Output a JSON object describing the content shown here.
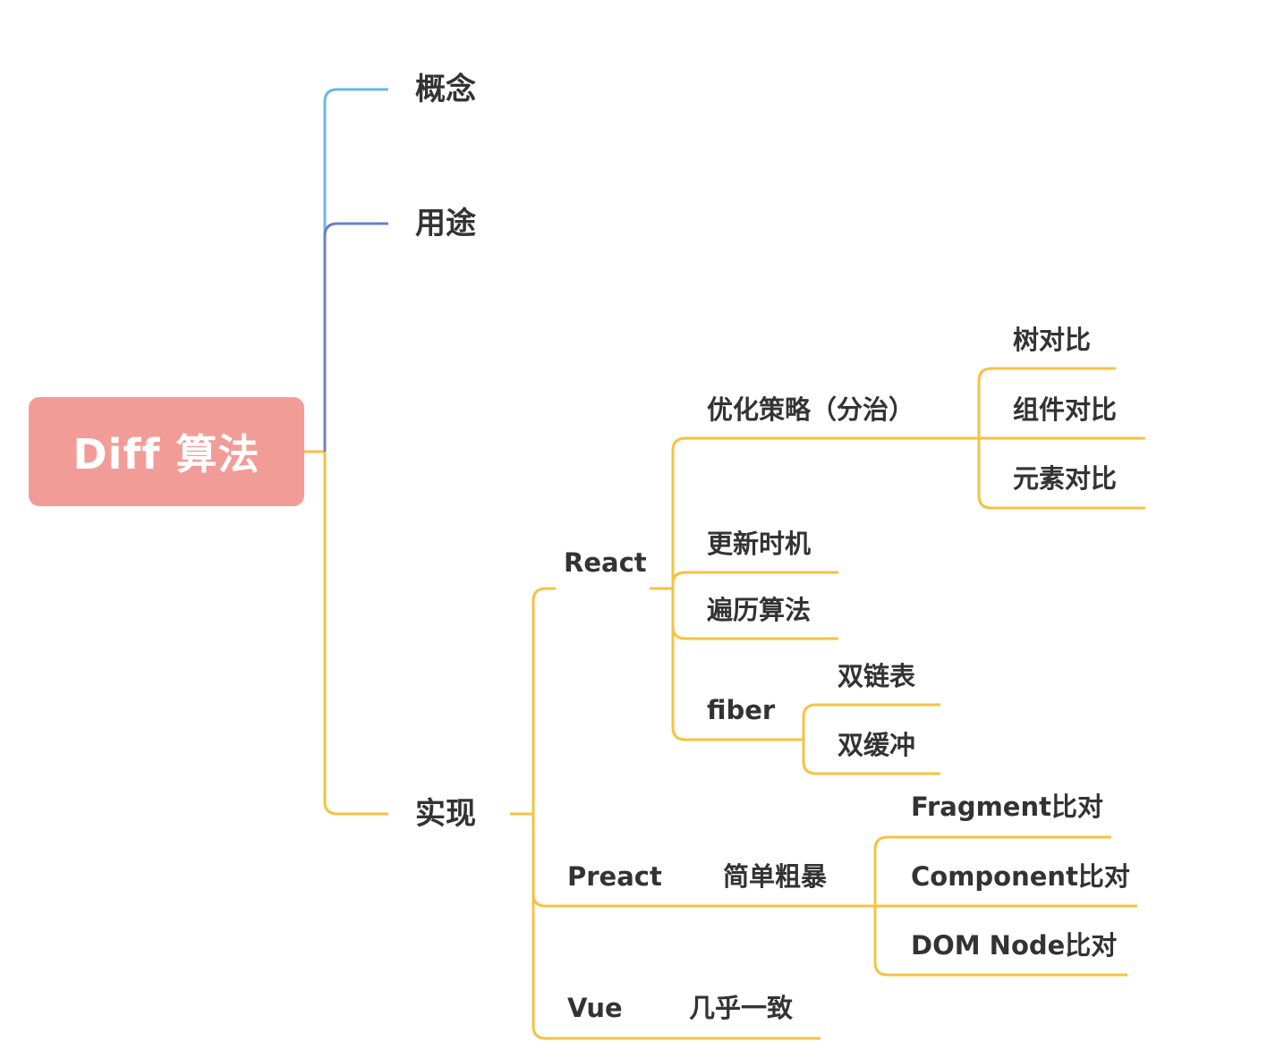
{
  "mindmap": {
    "root": {
      "label": "Diff 算法"
    },
    "branches": {
      "concept": {
        "label": "概念"
      },
      "usage": {
        "label": "用途"
      },
      "implementation": {
        "label": "实现",
        "react": {
          "label": "React",
          "optimization": {
            "label": "优化策略（分治）",
            "tree_compare": "树对比",
            "component_compare": "组件对比",
            "element_compare": "元素对比"
          },
          "update_timing": "更新时机",
          "traversal": "遍历算法",
          "fiber": {
            "label": "fiber",
            "double_linked_list": "双链表",
            "double_buffer": "双缓冲"
          }
        },
        "preact": {
          "label": "Preact",
          "note": "简单粗暴",
          "fragment_compare": "Fragment比对",
          "component_compare": "Component比对",
          "dom_node_compare": "DOM Node比对"
        },
        "vue": {
          "label": "Vue",
          "note": "几乎一致"
        }
      }
    }
  },
  "colors": {
    "root_fill": "#f29c98",
    "branch_concept": "#68b8ec",
    "branch_usage": "#6f7fc4",
    "branch_implementation": "#f5c242",
    "text": "#333333"
  }
}
